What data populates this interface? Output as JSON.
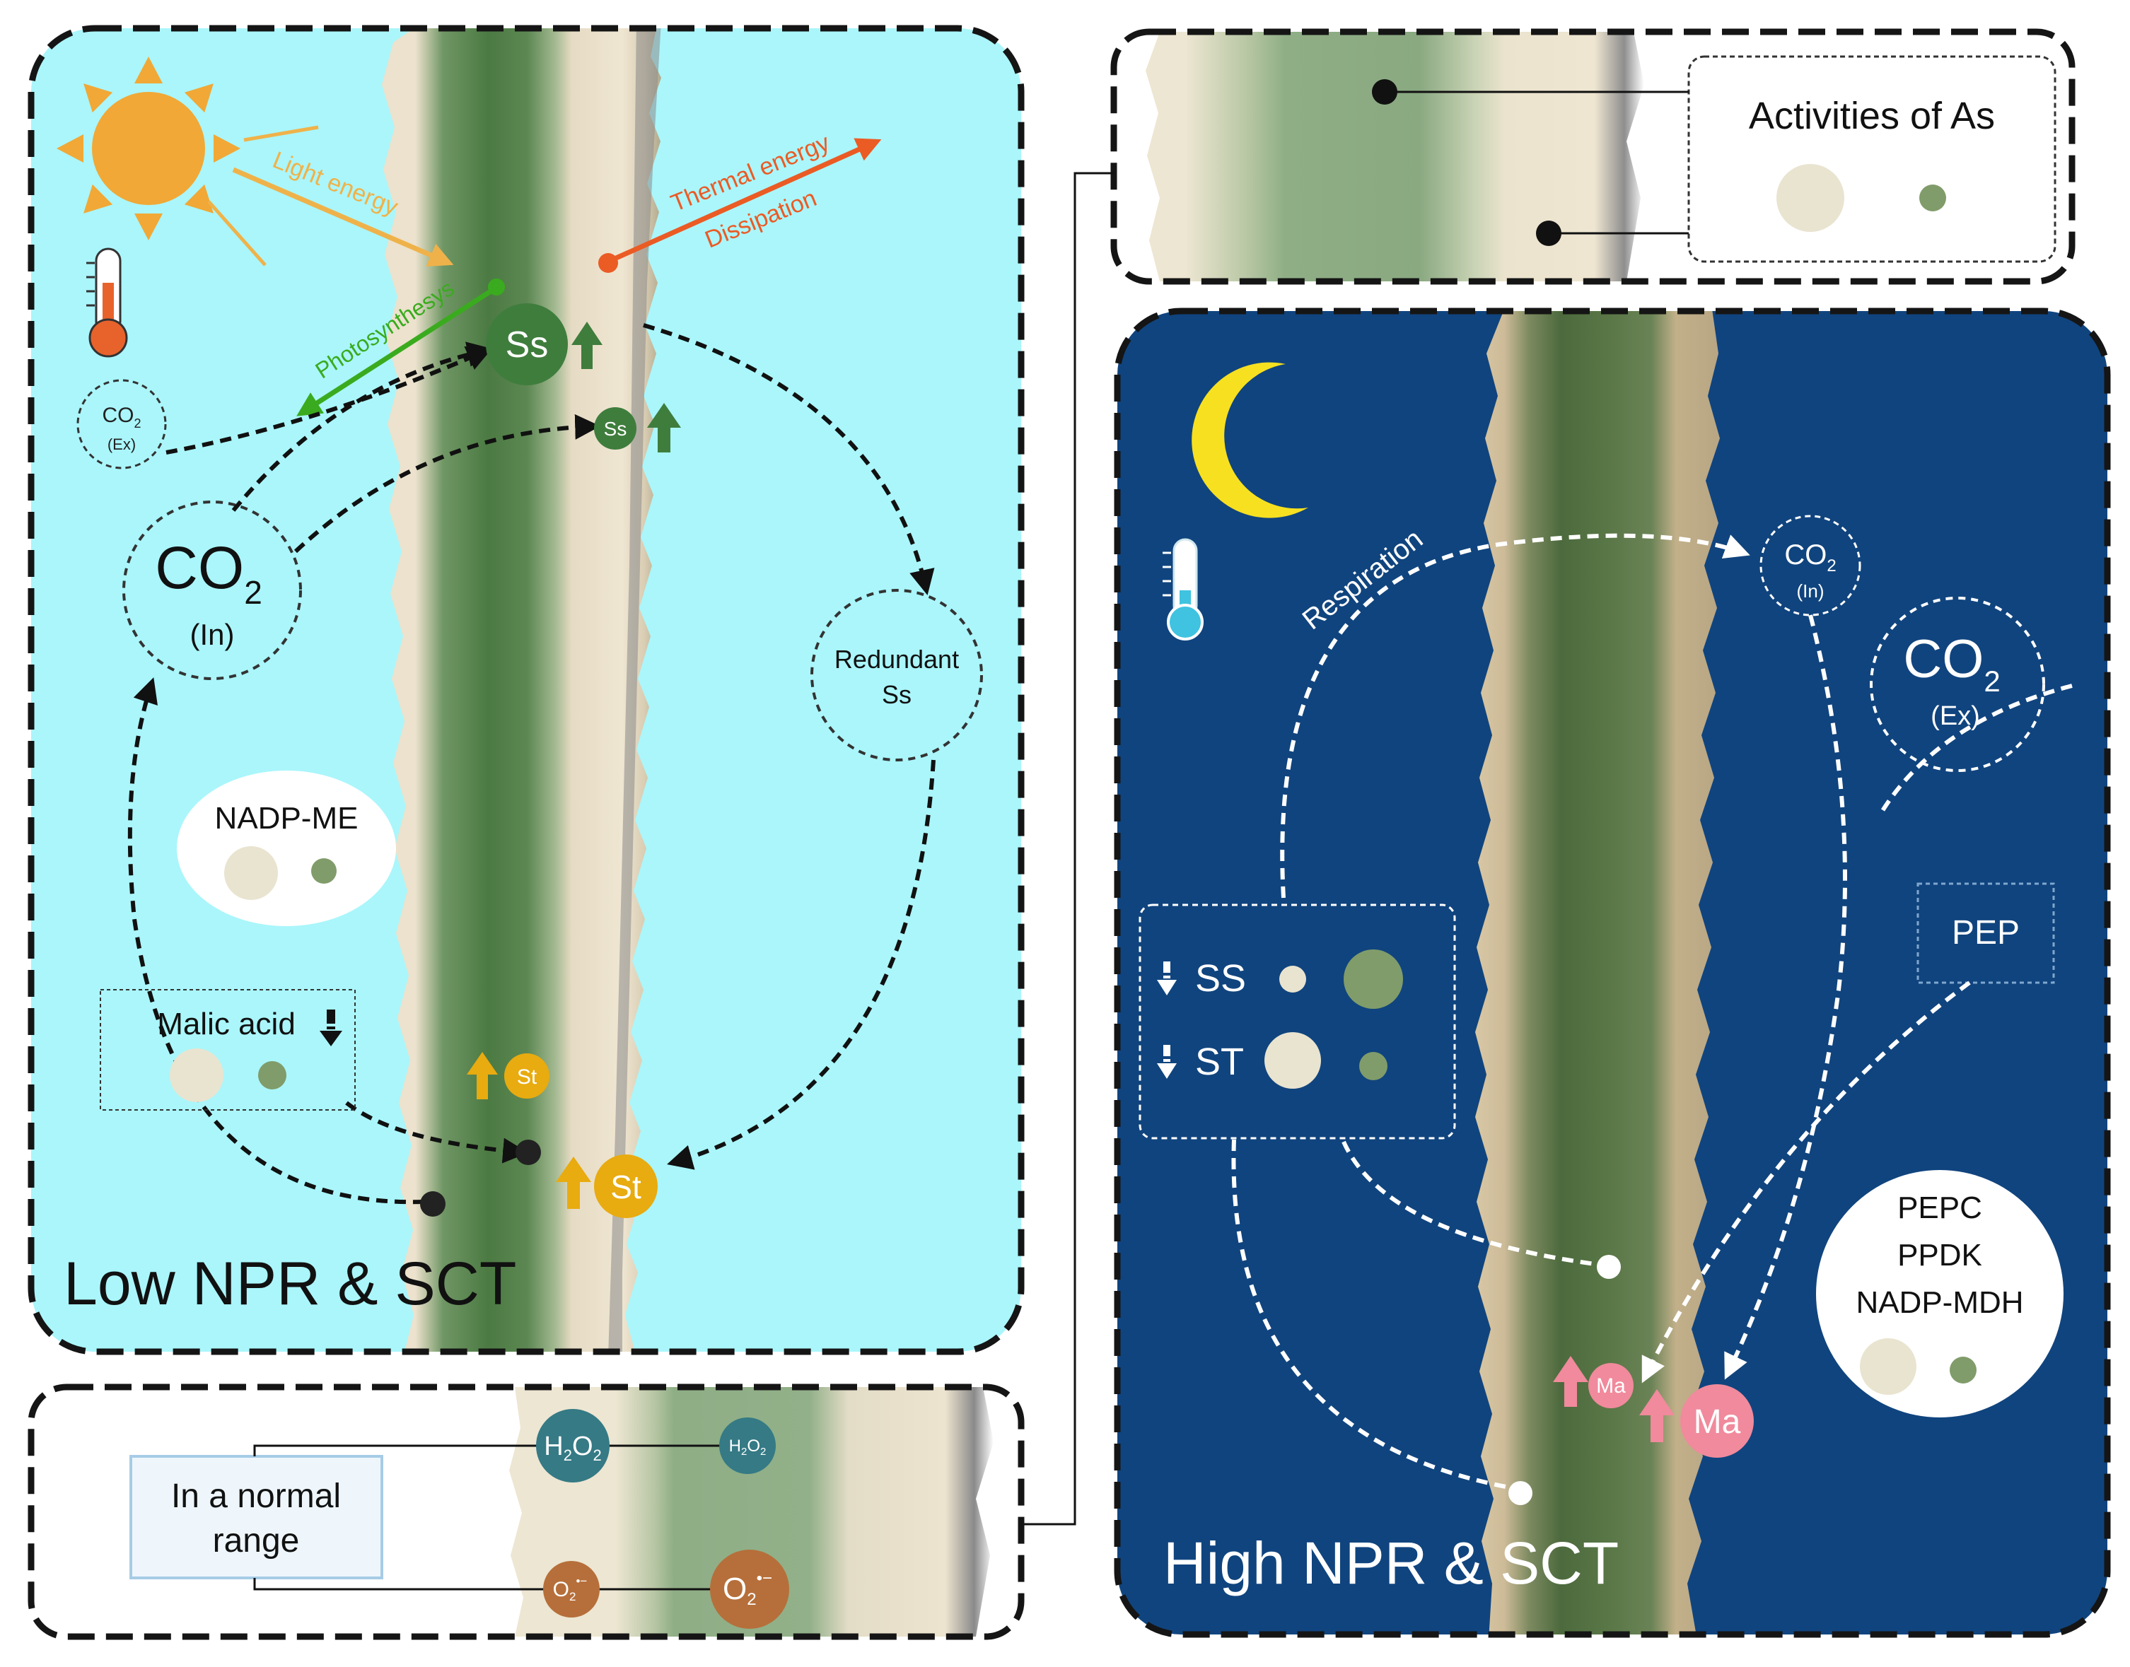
{
  "colors": {
    "day_bg": "#aaf6fb",
    "night_bg": "#10447e",
    "leaf_dark": "#4f7d45",
    "leaf_mid": "#8fae86",
    "leaf_light": "#ece2cd",
    "sun": "#f1a836",
    "light_energy": "#efb24a",
    "thermal": "#eb5b24",
    "photosynthesis": "#3aab1e",
    "ss_green": "#3f7d3d",
    "st_yellow": "#e8ab10",
    "ma_pink": "#f08a9c",
    "h2o2_teal": "#357a85",
    "o2_brown": "#b66f3a",
    "moon": "#f7e020",
    "cream_dot": "#e9e4d0",
    "green_dot": "#809c6a"
  },
  "icons": [
    "sun-icon",
    "thermometer-hot-icon",
    "moon-icon",
    "thermometer-cold-icon"
  ],
  "day": {
    "panel_label": "Low NPR & SCT",
    "light_energy": "Light energy",
    "thermal_line1": "Thermal energy",
    "thermal_line2": "Dissipation",
    "photosynthesis": "Photosynthesys",
    "co2_ex_main": "CO",
    "co2_ex_sub": "2",
    "co2_ex_note": "(Ex)",
    "co2_in_main": "CO",
    "co2_in_sub": "2",
    "co2_in_note": "(In)",
    "ss_large": "Ss",
    "ss_small": "Ss",
    "redundant_line1": "Redundant",
    "redundant_line2": "Ss",
    "enzyme": "NADP-ME",
    "malic_acid": "Malic acid",
    "st_small": "St",
    "st_large": "St"
  },
  "legend_top": {
    "title": "Activities of As"
  },
  "ros": {
    "label_line1": "In a normal",
    "label_line2": "range",
    "h2o2_a": "H",
    "h2o2_b": "2",
    "h2o2_c": "O",
    "h2o2_d": "2",
    "o2_a": "O",
    "o2_b": "2",
    "o2_sup": "•−"
  },
  "night": {
    "panel_label": "High NPR & SCT",
    "respiration": "Respiration",
    "co2_in_main": "CO",
    "co2_in_sub": "2",
    "co2_in_note": "(In)",
    "co2_ex_main": "CO",
    "co2_ex_sub": "2",
    "co2_ex_note": "(Ex)",
    "pep": "PEP",
    "ss_label": "SS",
    "st_label": "ST",
    "enzyme_1": "PEPC",
    "enzyme_2": "PPDK",
    "enzyme_3": "NADP-MDH",
    "ma_small": "Ma",
    "ma_large": "Ma"
  }
}
